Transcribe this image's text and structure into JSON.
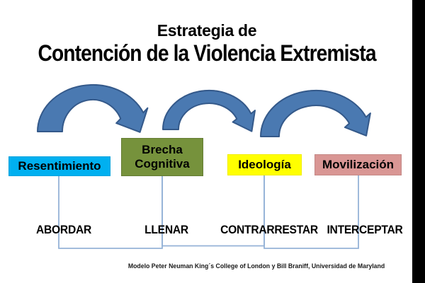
{
  "title": {
    "line1": "Estrategia de",
    "line2": "Contención de la Violencia Extremista"
  },
  "stages": [
    {
      "label": "Resentimiento",
      "color": "#00b0f0",
      "border": "#00a2dc"
    },
    {
      "label": "Brecha Cognitiva",
      "color": "#76923c",
      "border": "#647c33"
    },
    {
      "label": "Ideología",
      "color": "#ffff00",
      "border": "#f2ee00"
    },
    {
      "label": "Movilización",
      "color": "#d99694",
      "border": "#c48886"
    }
  ],
  "actions": [
    "ABORDAR",
    "LLENAR",
    "CONTRARRESTAR",
    "INTERCEPTAR"
  ],
  "footer": "Modelo Peter Neuman King´s College of London y Bill Braniff, Universidad de Maryland",
  "colors": {
    "arrow_fill": "#4a79b1",
    "arrow_stroke": "#34598a",
    "connector": "#95b3d7",
    "edge_bar": "#000000"
  }
}
